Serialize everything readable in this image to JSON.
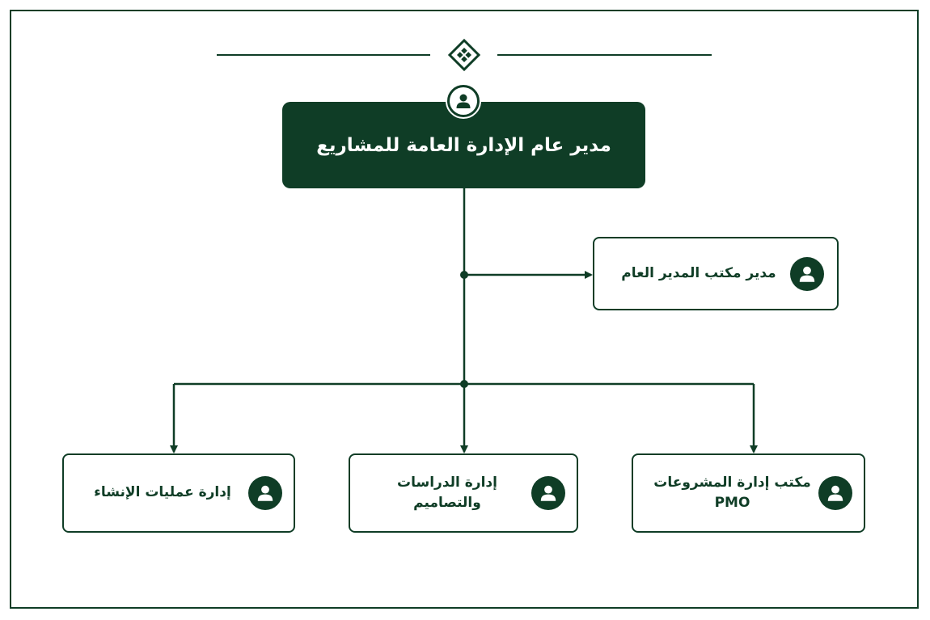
{
  "colors": {
    "primary": "#0f3d26",
    "background": "#ffffff"
  },
  "root": {
    "title": "مدير عام الإدارة العامة للمشاريع",
    "icon": "user-icon"
  },
  "office": {
    "label": "مدير مكتب المدير العام",
    "icon": "user-icon"
  },
  "departments": [
    {
      "label_line1": "مكتب إدارة المشروعات",
      "label_line2": "PMO",
      "icon": "user-icon"
    },
    {
      "label_line1": "إدارة الدراسات",
      "label_line2": "والتصاميم",
      "icon": "user-icon"
    },
    {
      "label_line1": "إدارة عمليات الإنشاء",
      "label_line2": "",
      "icon": "user-icon"
    }
  ]
}
